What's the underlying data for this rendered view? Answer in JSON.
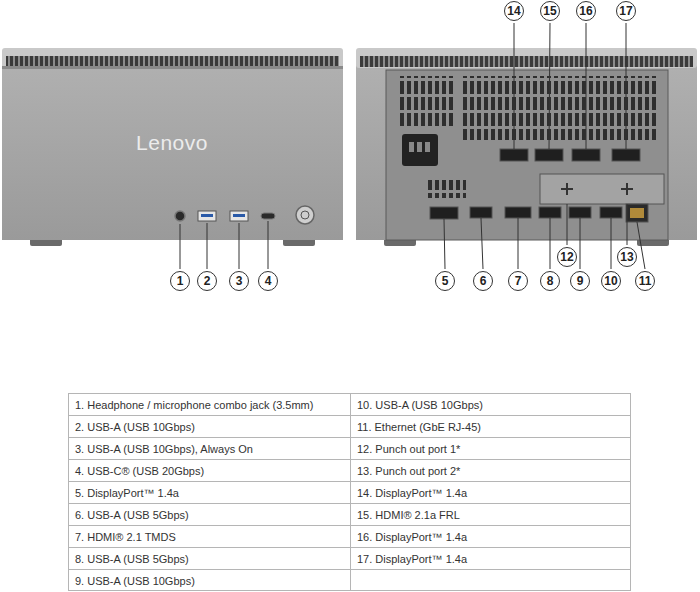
{
  "diagram": {
    "labels": [
      "14",
      "15",
      "16",
      "17",
      "Lenovo",
      "12",
      "13",
      "1",
      "2",
      "3",
      "4",
      "5",
      "6",
      "7",
      "8",
      "9",
      "10",
      "11",
      "1. Headphone / microphone combo jack (3.5mm)",
      "10. USB-A (USB 10Gbps)",
      "2. USB-A (USB 10Gbps)",
      "11. Ethernet (GbE RJ-45)",
      "3. USB-A (USB 10Gbps), Always On",
      "12. Punch out port 1*",
      "4. USB-C® (USB 20Gbps)",
      "13. Punch out port 2*",
      "5. DisplayPort™ 1.4a",
      "14. DisplayPort™ 1.4a",
      "6. USB-A (USB 5Gbps)",
      "15. HDMI® 2.1a FRL",
      "7. HDMI® 2.1 TMDS",
      "16. DisplayPort™ 1.4a",
      "8. USB-A (USB 5Gbps)",
      "17. DisplayPort™ 1.4a",
      "9. USB-A (USB 10Gbps)"
    ]
  }
}
